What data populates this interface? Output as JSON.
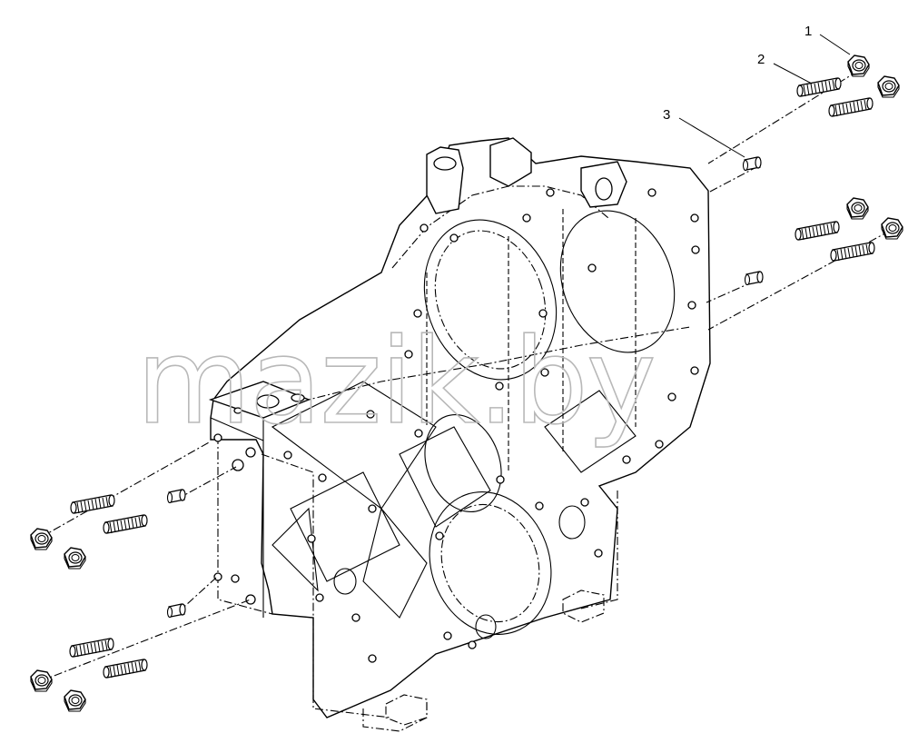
{
  "watermark": {
    "text": "mazik.by"
  },
  "callouts": [
    {
      "number": "1",
      "part": "nut"
    },
    {
      "number": "2",
      "part": "stud"
    },
    {
      "number": "3",
      "part": "dowel-pin"
    }
  ],
  "icons": [
    "nut",
    "stud",
    "dowel-pin",
    "timing-gear-housing"
  ]
}
